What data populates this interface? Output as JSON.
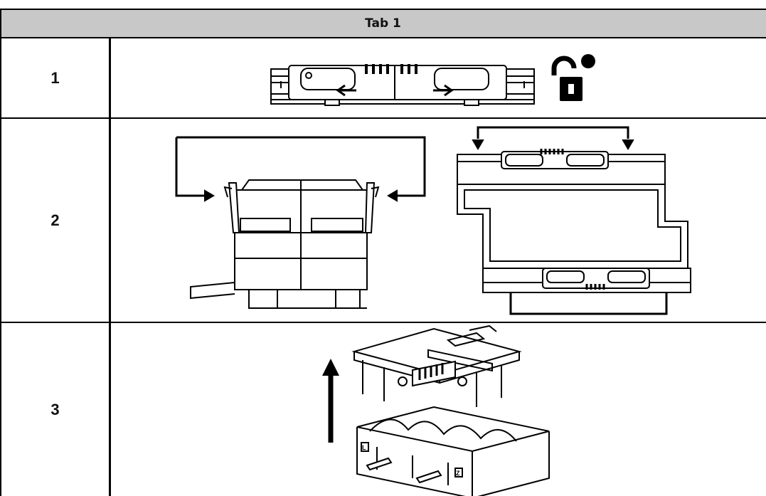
{
  "table": {
    "header": "Tab 1",
    "rows": [
      {
        "number": "1",
        "illustration": "module-latch-top-view",
        "icon": "unlock-icon"
      },
      {
        "number": "2",
        "illustration": "latch-clip-side-and-top-views"
      },
      {
        "number": "3",
        "illustration": "module-lift-off-base"
      }
    ],
    "base_labels": {
      "left": "L",
      "right": "Z"
    }
  }
}
